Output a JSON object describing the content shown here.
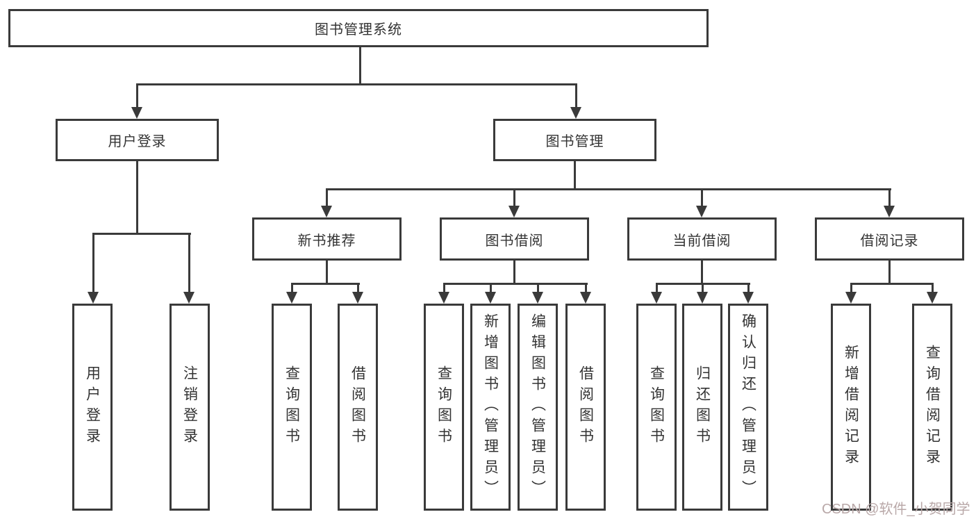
{
  "diagram": {
    "title": "图书管理系统",
    "root": {
      "label": "图书管理系统"
    },
    "level2": [
      {
        "label": "用户登录"
      },
      {
        "label": "图书管理"
      }
    ],
    "level3": [
      {
        "label": "新书推荐"
      },
      {
        "label": "图书借阅"
      },
      {
        "label": "当前借阅"
      },
      {
        "label": "借阅记录"
      }
    ],
    "level4": {
      "user_login_children": [
        "用户登录",
        "注销登录"
      ],
      "new_book_children": [
        "查询图书",
        "借阅图书"
      ],
      "book_borrow_children": [
        "查询图书",
        "新增图书（管理员）",
        "编辑图书（管理员）",
        "借阅图书"
      ],
      "current_borrow_children": [
        "查询图书",
        "归还图书",
        "确认归还（管理员）"
      ],
      "borrow_record_children": [
        "新增借阅记录",
        "查询借阅记录"
      ]
    }
  },
  "watermark": {
    "text": "CSDN @软件_小贺同学",
    "color": "#b9a8a8"
  },
  "colors": {
    "line": "#3a3a3a",
    "text": "#333333",
    "background": "#ffffff"
  }
}
